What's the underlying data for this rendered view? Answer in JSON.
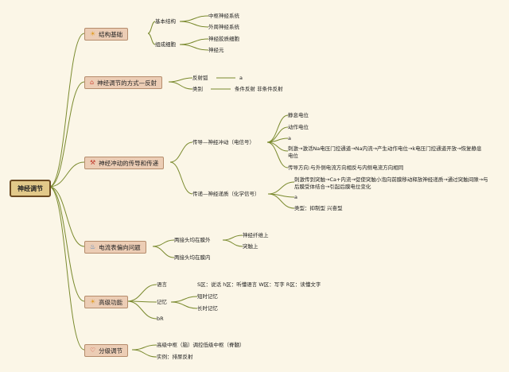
{
  "root": "神经调节",
  "colors": {
    "line": "#7a8a2e",
    "root_bg": "#e2c98a",
    "node_bg": "#eccdb5",
    "bg": "#fbf6e7"
  },
  "b1": {
    "label": "结构基础",
    "icon": "sun-icon",
    "sub1": "基本结构",
    "sub1_a": "中枢神经系统",
    "sub1_b": "外周神经系统",
    "sub2": "组成细胞",
    "sub2_a": "神经胶质细胞",
    "sub2_b": "神经元"
  },
  "b2": {
    "label": "神经调节的方式—反射",
    "icon": "house-icon",
    "sub1": "反射弧",
    "sub1_a": "a",
    "sub2": "类别",
    "sub2_a": "条件反射 非条件反射"
  },
  "b3": {
    "label": "神经冲动的传导和传递",
    "icon": "tools-icon",
    "sub1": "传导—神经冲动（电信号）",
    "sub1_a": "静息电位",
    "sub1_b": "动作电位",
    "sub1_c": "a",
    "sub1_d": "刺激→激活Na电压门控通道→Na内流→产生动作电位→k电压门控通道开放→恢复静息电位",
    "sub1_e": "传导方向:与外侧电流方向相反与内侧电流方向相同",
    "sub2": "传递—神经递质（化学信号）",
    "sub2_a": "刺激传到突触→Ca+内流→促使突触小泡向前膜移动释放神经递质→通过突触间隙→与后膜受体结合→引起后膜电位变化",
    "sub2_b": "a",
    "sub2_c": "类型：抑制型 兴奋型"
  },
  "b4": {
    "label": "电流表偏向问题",
    "icon": "flame-icon",
    "sub1": "两接头均在膜外",
    "sub1_a": "神经纤维上",
    "sub1_b": "突触上",
    "sub2": "两接头均在膜内"
  },
  "b5": {
    "label": "高级功能",
    "icon": "sun-icon",
    "sub1": "语言",
    "sub1_a": "S区：说话 h区：听懂语言 W区：写字 R区：读懂文字",
    "sub2": "记忆",
    "sub2_a": "短时记忆",
    "sub2_b": "长时记忆",
    "sub3": "bR"
  },
  "b6": {
    "label": "分级调节",
    "icon": "heart-icon",
    "sub1": "高级中枢（脑）调控低级中枢（脊髓）",
    "sub2": "实例：排尿反射"
  }
}
